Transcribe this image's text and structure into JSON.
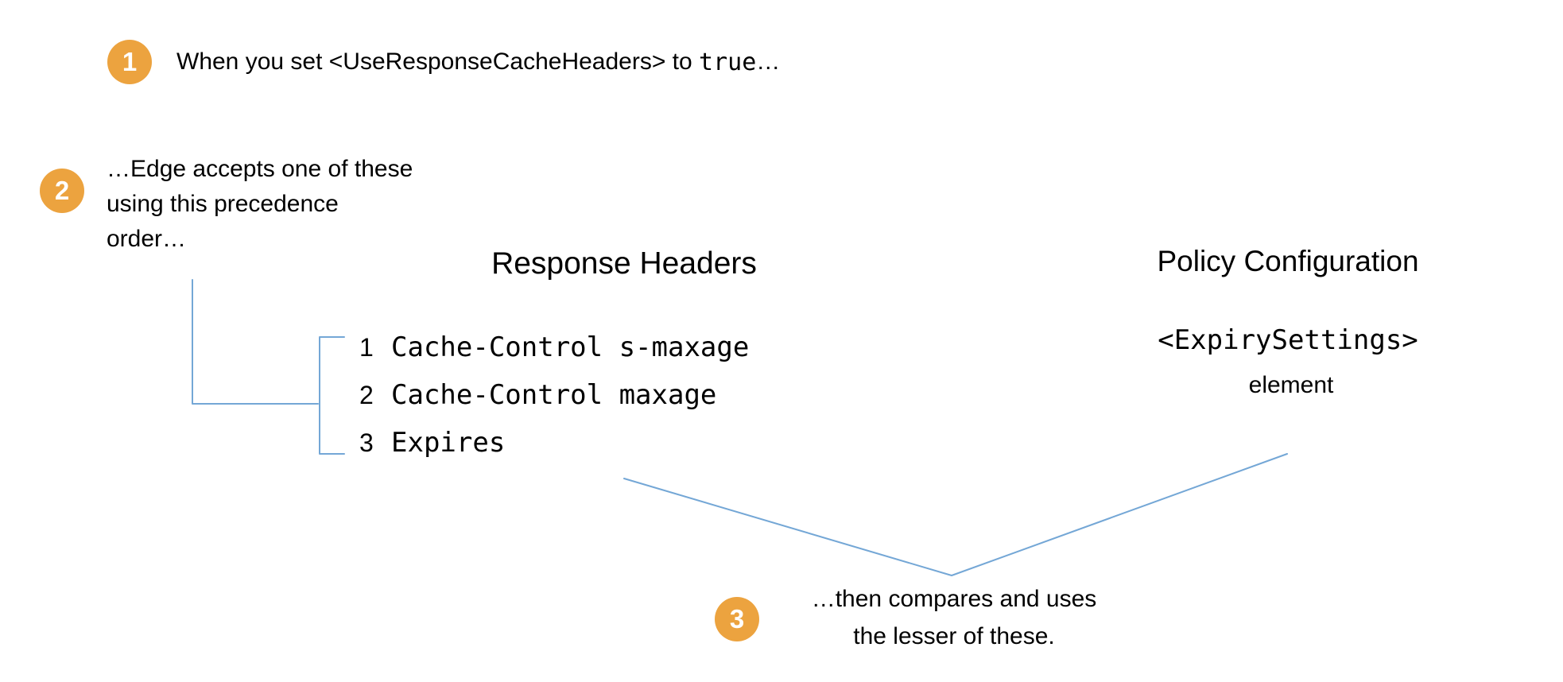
{
  "colors": {
    "badge": "#ECA33F",
    "badge_text": "#FFFFFF",
    "line": "#74A7D6",
    "text": "#000000"
  },
  "steps": {
    "step1": {
      "number": "1",
      "text_prefix": "When you set <UseResponseCacheHeaders> to ",
      "code": "true",
      "text_suffix": "…"
    },
    "step2": {
      "number": "2",
      "lines": [
        "…Edge accepts one of these",
        "using this precedence",
        "order…"
      ]
    },
    "step3": {
      "number": "3",
      "lines": [
        "…then compares and uses",
        "the lesser of these."
      ]
    }
  },
  "response_headers": {
    "title": "Response Headers",
    "items": [
      {
        "num": "1",
        "code": "Cache-Control s-maxage"
      },
      {
        "num": "2",
        "code": "Cache-Control maxage"
      },
      {
        "num": "3",
        "code": "Expires"
      }
    ]
  },
  "policy_configuration": {
    "title": "Policy Configuration",
    "code": "<ExpirySettings>",
    "label": "element"
  }
}
